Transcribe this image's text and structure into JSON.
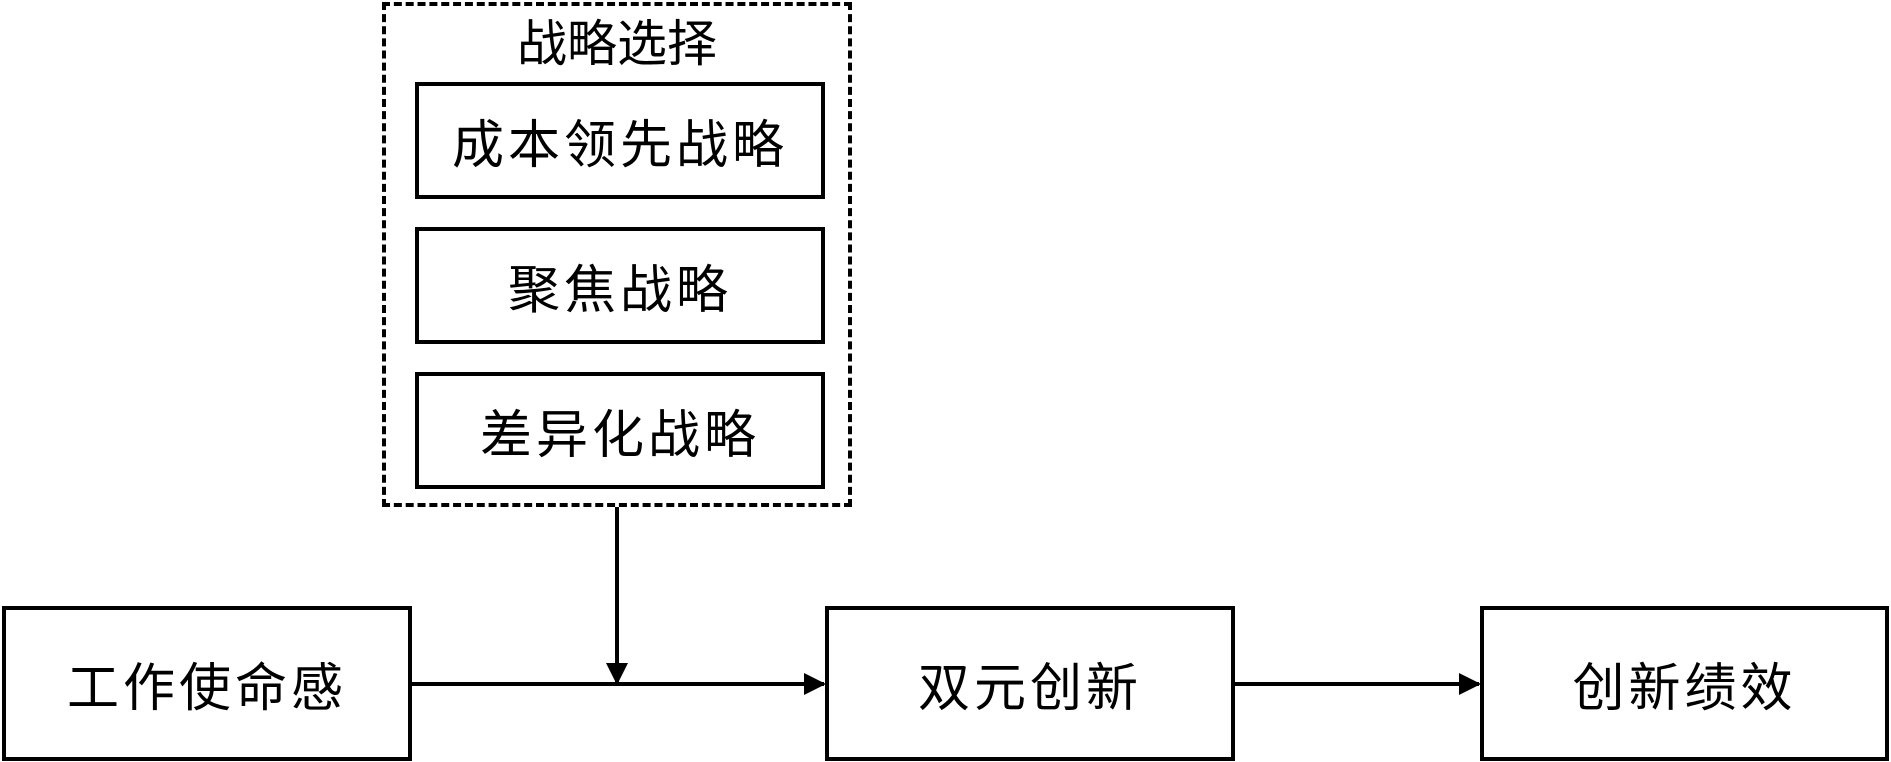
{
  "strategy_group": {
    "title": "战略选择",
    "options": [
      "成本领先战略",
      "聚焦战略",
      "差异化战略"
    ]
  },
  "nodes": {
    "mission": "工作使命感",
    "dual_innovation": "双元创新",
    "innovation_performance": "创新绩效"
  }
}
